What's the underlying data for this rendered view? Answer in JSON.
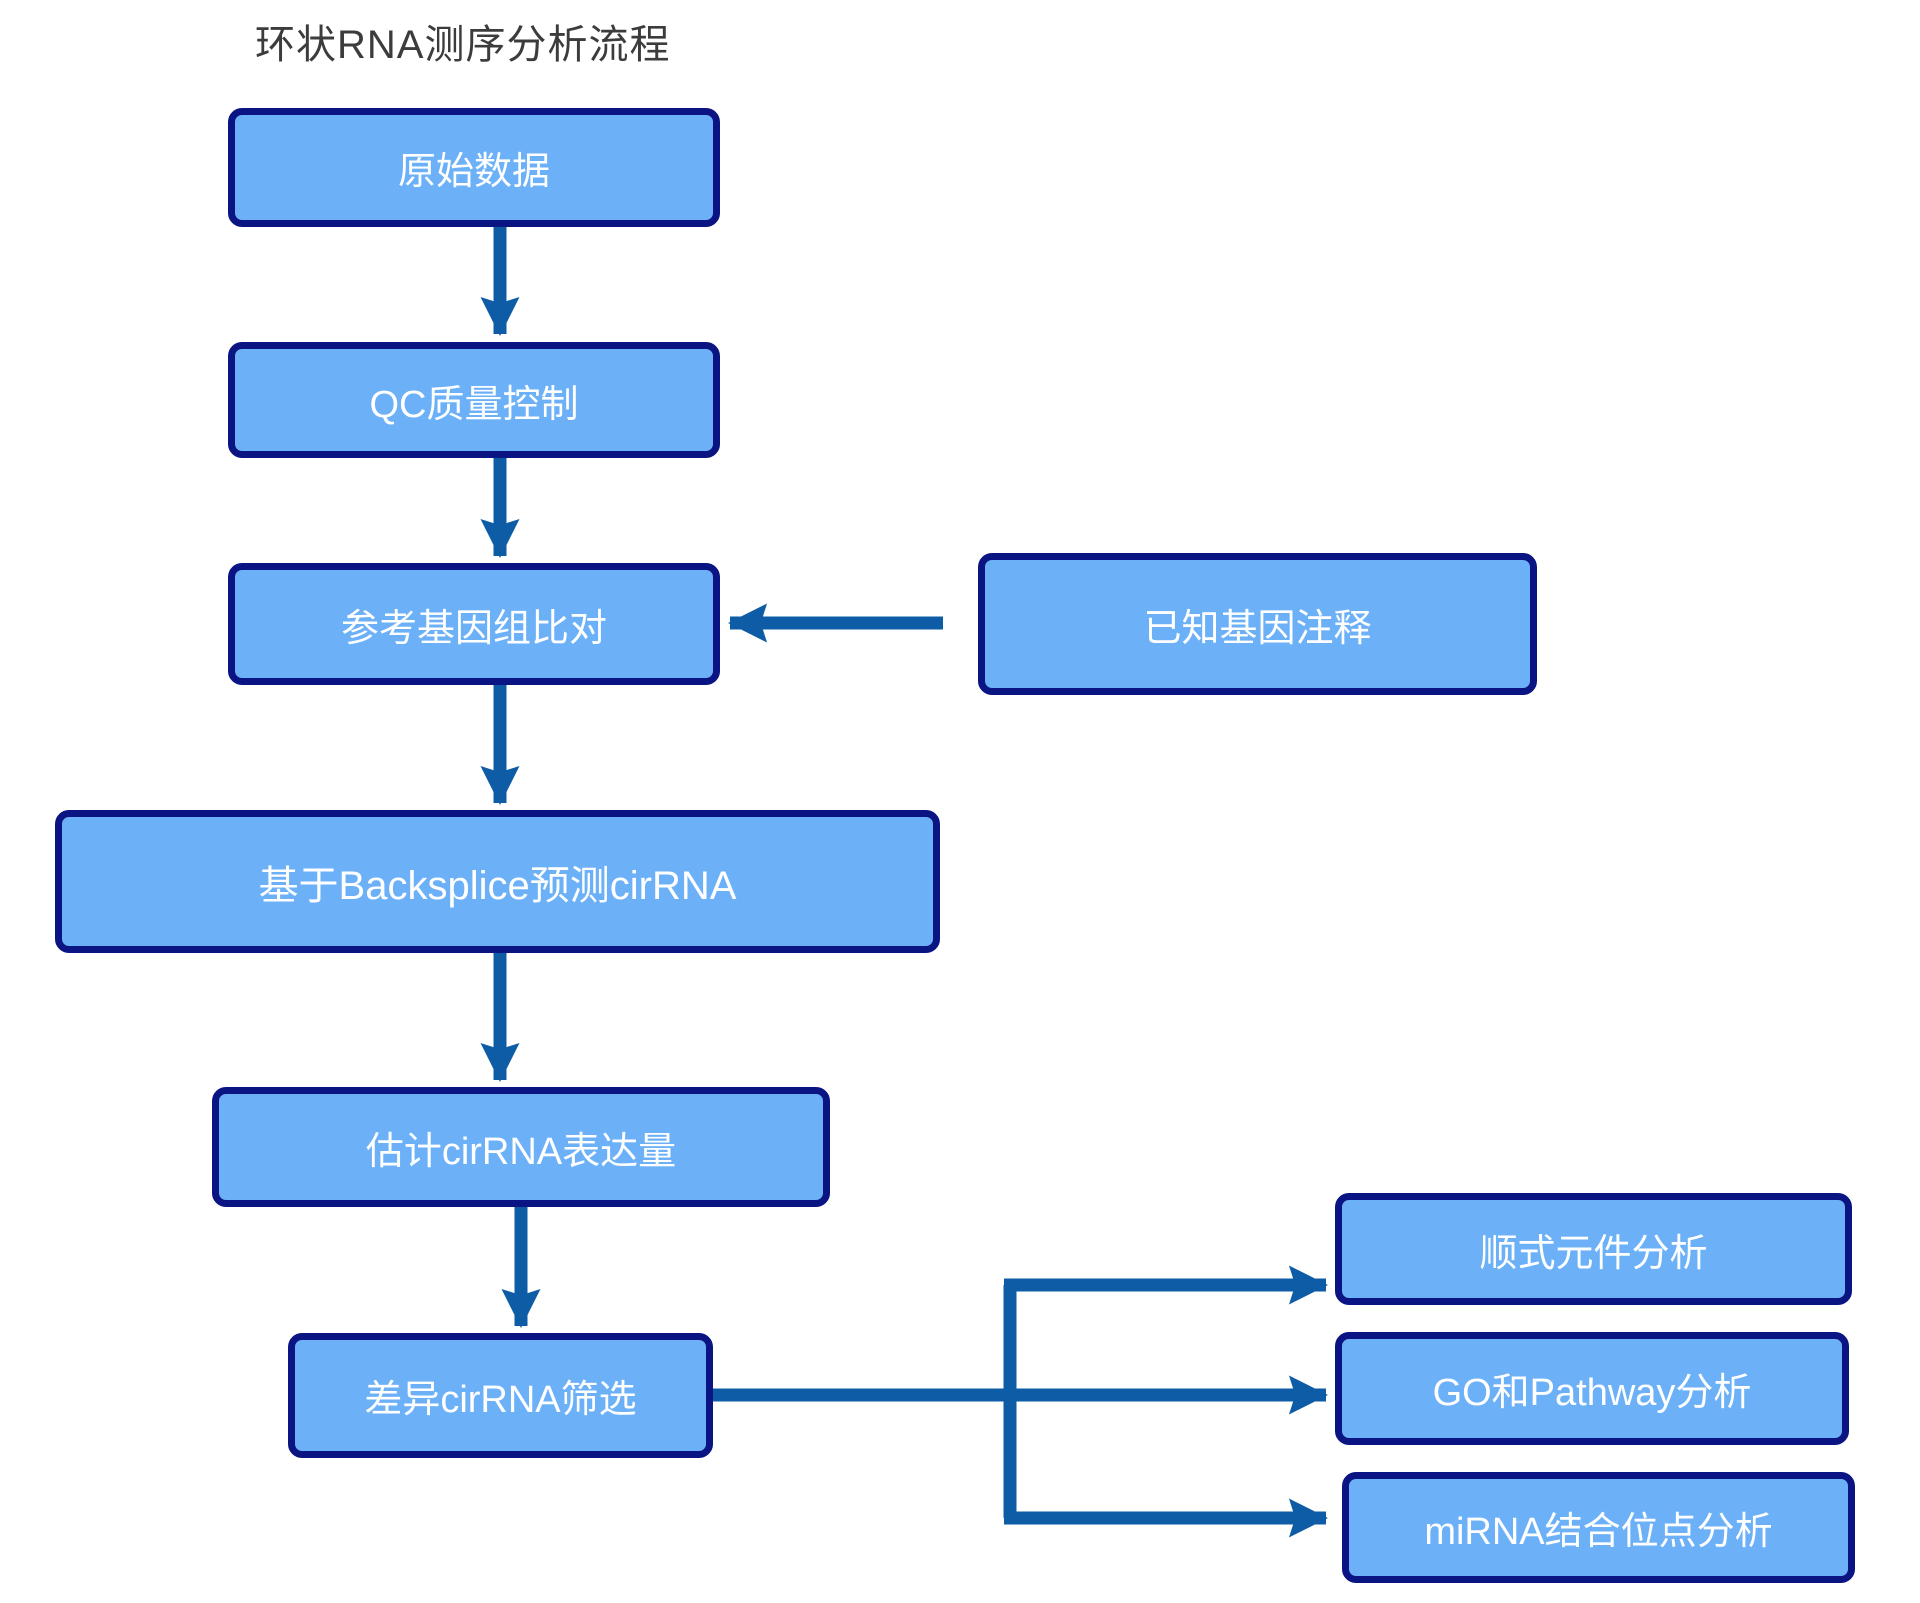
{
  "title": "环状RNA测序分析流程",
  "flowchart": {
    "nodes": {
      "raw_data": {
        "label": "原始数据"
      },
      "qc": {
        "label": "QC质量控制"
      },
      "align": {
        "label": "参考基因组比对"
      },
      "annotation": {
        "label": "已知基因注释"
      },
      "backsplice": {
        "label": "基于Backsplice预测cirRNA"
      },
      "expression": {
        "label": "估计cirRNA表达量"
      },
      "diff": {
        "label": "差异cirRNA筛选"
      },
      "cis": {
        "label": "顺式元件分析"
      },
      "go_pathway": {
        "label": "GO和Pathway分析"
      },
      "mirna": {
        "label": "miRNA结合位点分析"
      }
    },
    "edges": [
      {
        "from": "原始数据",
        "to": "QC质量控制"
      },
      {
        "from": "QC质量控制",
        "to": "参考基因组比对"
      },
      {
        "from": "已知基因注释",
        "to": "参考基因组比对"
      },
      {
        "from": "参考基因组比对",
        "to": "基于Backsplice预测cirRNA"
      },
      {
        "from": "基于Backsplice预测cirRNA",
        "to": "估计cirRNA表达量"
      },
      {
        "from": "估计cirRNA表达量",
        "to": "差异cirRNA筛选"
      },
      {
        "from": "差异cirRNA筛选",
        "to": "顺式元件分析"
      },
      {
        "from": "差异cirRNA筛选",
        "to": "GO和Pathway分析"
      },
      {
        "from": "差异cirRNA筛选",
        "to": "miRNA结合位点分析"
      }
    ],
    "colors": {
      "node_fill": "#6cb1f8",
      "node_border": "#0a1482",
      "node_text": "#ffffff",
      "arrow": "#0e5ca6",
      "title_text": "#3c3c3c",
      "background": "#ffffff"
    }
  }
}
